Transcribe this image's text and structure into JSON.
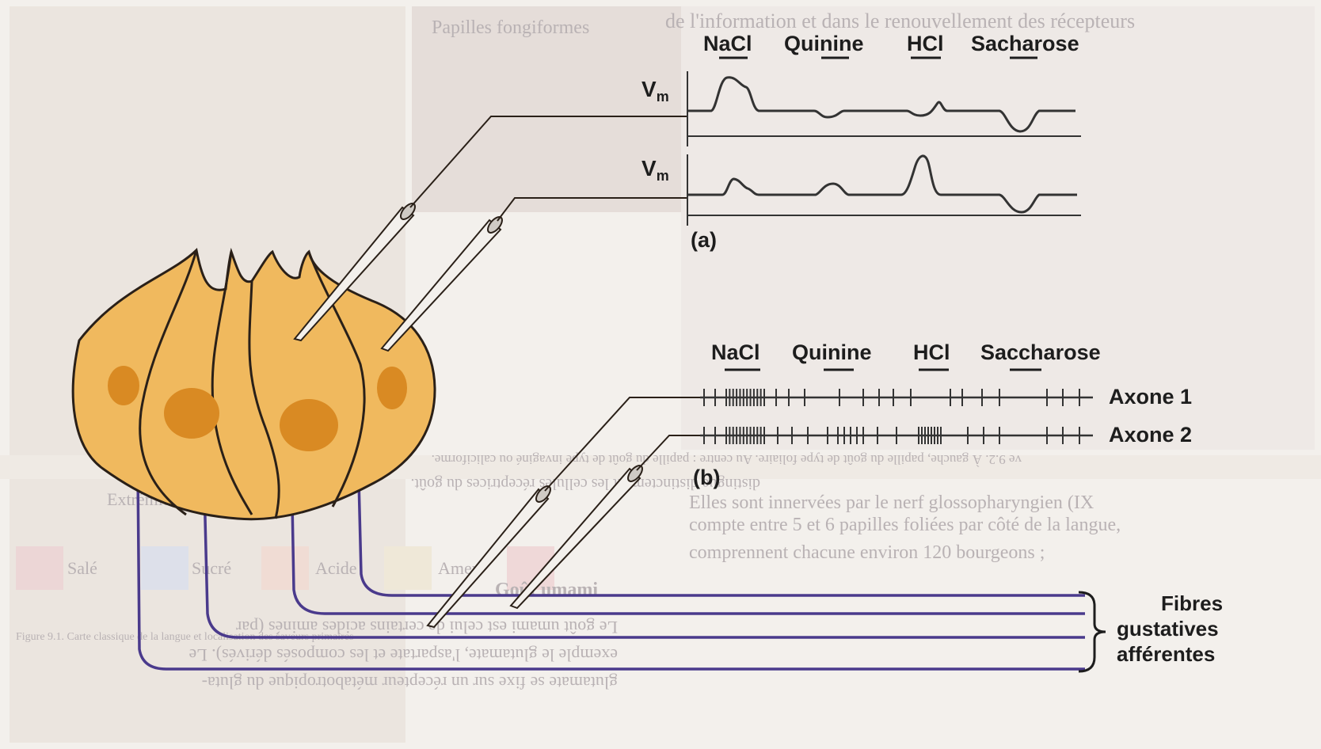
{
  "figure": {
    "part_a": {
      "panel_label": "(a)",
      "stimuli": [
        "NaCl",
        "Quinine",
        "HCl",
        "Sacharose"
      ],
      "trace_label_main": "V",
      "trace_label_sub": "m"
    },
    "part_b": {
      "panel_label": "(b)",
      "stimuli": [
        "NaCl",
        "Quinine",
        "HCl",
        "Saccharose"
      ],
      "axon_labels": [
        "Axone 1",
        "Axone 2"
      ]
    },
    "fibres_label": [
      "Fibres",
      "gustatives",
      "afférentes"
    ]
  },
  "colors": {
    "cell_fill": "#f0b95e",
    "nucleus": "#d98a23",
    "outline": "#2a2018",
    "fibre": "#4a3a8c",
    "trace": "#333333",
    "background": "#f3f0ec",
    "ghost_text": "#b9b2b4"
  },
  "background_text": [
    "de l'information et dans le renouvellement des récepteurs",
    "Papilles fongiformes",
    "ve 9.2. À gauche, papille du goût de type foliaire. Au centre : papille du goût de type invaginé ou caliciforme.",
    "distingue distinctement les cellules réceptrices du goût.",
    "Elles sont innervées par le nerf glossopharyngien (IX",
    "compte entre 5 et 6 papilles foliées par côté de la langue,",
    "comprennent chacune environ 120 bourgeons ;",
    "Goût umami",
    "Le goût umami est celui de certains acides aminés (par",
    "exemple le glutamate, l'aspartate et les composés dérivés). Le",
    "glutamate se fixe sur un récepteur métabotropique du gluta-",
    "Salé",
    "Sucré",
    "Acide",
    "Amer",
    "Figure 9.1. Carte classique de la langue et localisation des saveurs primaires",
    "Extrémité de la langue"
  ]
}
